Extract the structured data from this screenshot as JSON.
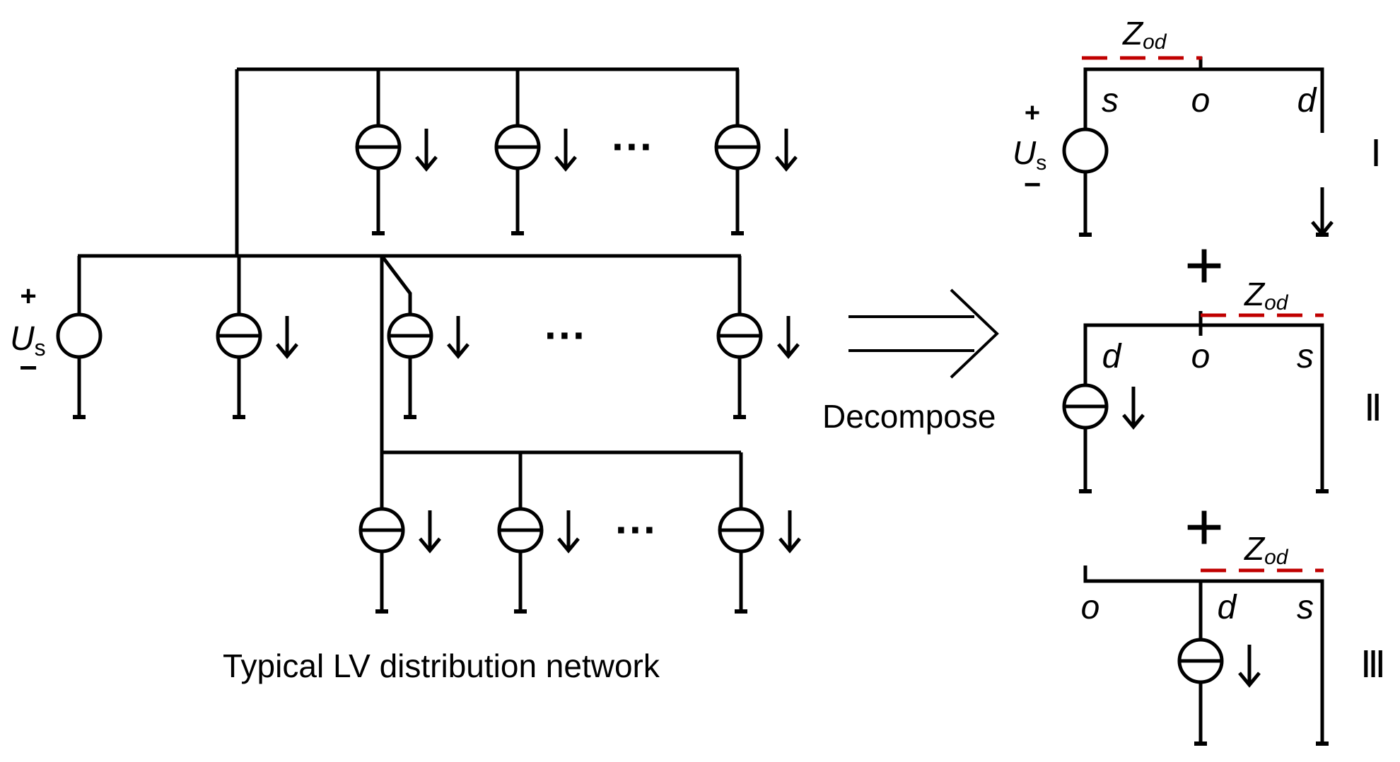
{
  "network": {
    "title": "Typical LV distribution network",
    "source_symbol": "U",
    "source_subscript": "s",
    "plus": "+",
    "minus": "−",
    "ellipsis": "···"
  },
  "decompose": {
    "label": "Decompose"
  },
  "subcircuits": {
    "impedance_symbol": "Z",
    "impedance_subscript": "od",
    "sum_sign": "+",
    "I": {
      "roman": "Ⅰ",
      "left_node": "s",
      "mid_node": "o",
      "right_node": "d"
    },
    "II": {
      "roman": "Ⅱ",
      "left_node": "d",
      "mid_node": "o",
      "right_node": "s"
    },
    "III": {
      "roman": "Ⅲ",
      "left_node": "o",
      "mid_node": "d",
      "right_node": "s"
    }
  },
  "colors": {
    "wire": "#000000",
    "impedance": "#c00000"
  },
  "icons": {
    "current_source": "circle-with-bar-icon",
    "voltage_source": "circle-icon",
    "ground": "ground-icon",
    "current_direction": "arrow-down-icon",
    "decompose": "double-arrow-right-icon"
  }
}
